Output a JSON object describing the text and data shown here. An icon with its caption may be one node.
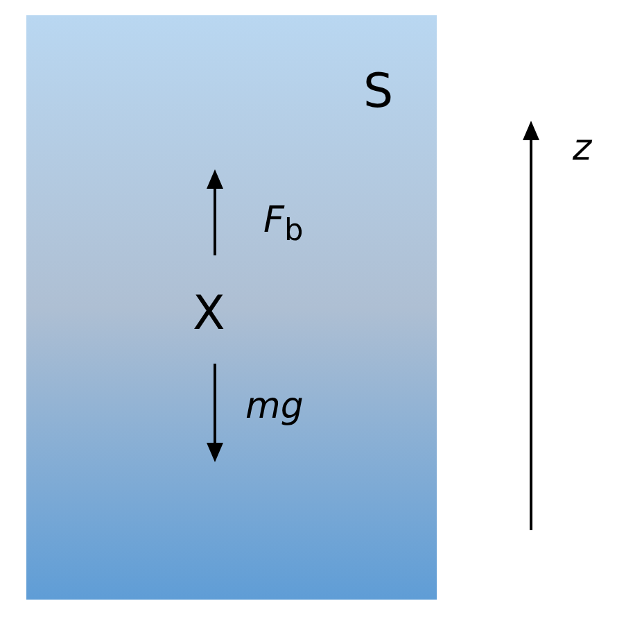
{
  "diagram": {
    "nodes": [
      {
        "text": [
          "S"
        ]
      }
    ],
    "labels": [
      "X",
      "*F*$_{b}$",
      "mg",
      "z"
    ]
  }
}
